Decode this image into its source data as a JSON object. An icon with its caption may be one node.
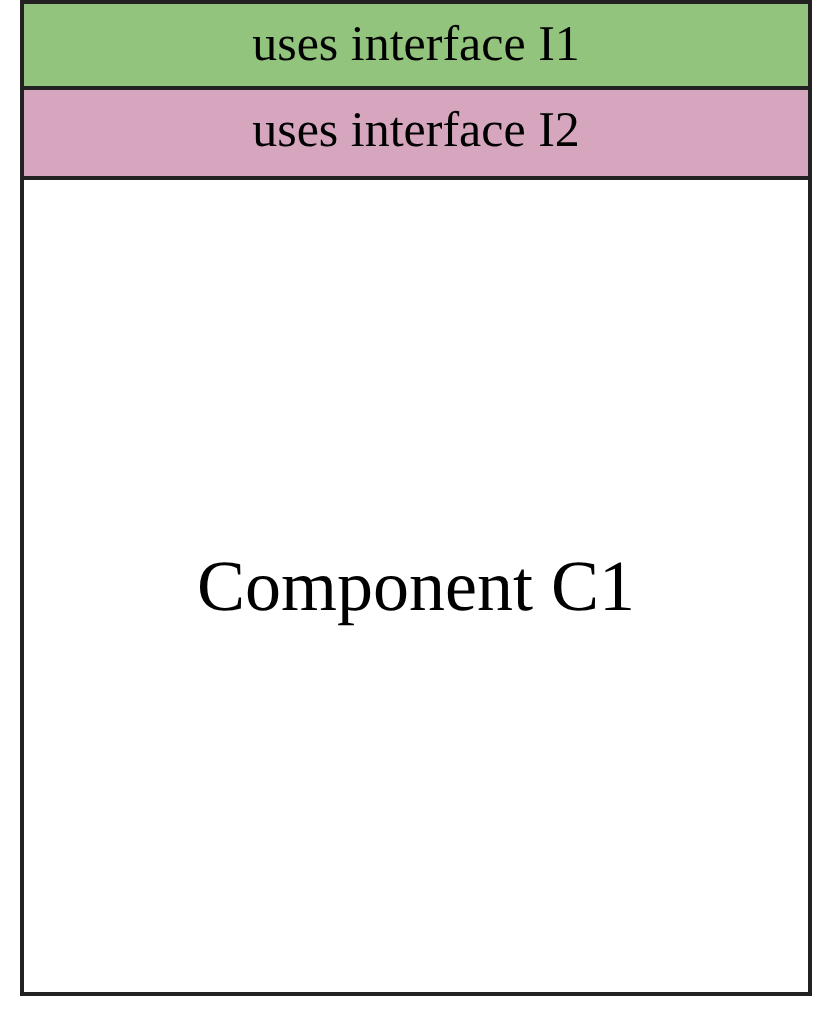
{
  "diagram": {
    "nodes": [
      {
        "text": [
          "uses interface I1"
        ]
      },
      {
        "text": [
          "uses interface I2"
        ]
      },
      {
        "text": [
          "Component C1"
        ]
      }
    ]
  }
}
